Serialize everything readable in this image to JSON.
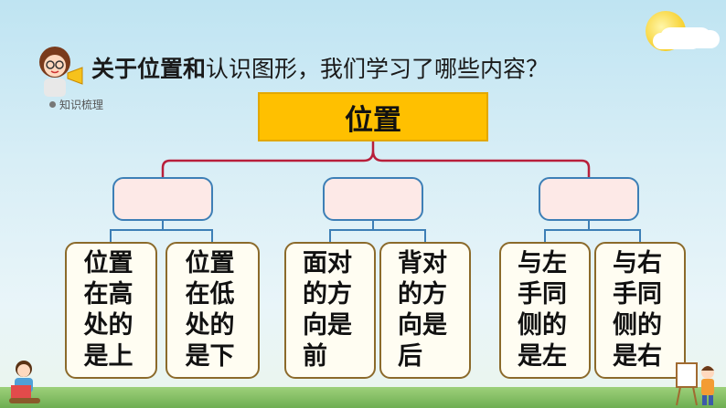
{
  "heading": {
    "prefix": "关于",
    "highlight1": "位置",
    "mid": "和",
    "rest": "认识图形，我们学习了哪些内容？"
  },
  "tag": "知识梳理",
  "root": "位置",
  "middle": [
    "",
    "",
    ""
  ],
  "leaves": [
    "位置在高处的是上",
    "位置在低处的是下",
    "面对的方向是前",
    "背对的方向是后",
    "与左手同侧的是左",
    "与右手同侧的是右"
  ],
  "colors": {
    "root_fill": "#ffc000",
    "connector": "#b81f3b",
    "mid_fill": "#fde9e7",
    "mid_border": "#3d7fb6",
    "leaf_border": "#8b6a2b"
  }
}
